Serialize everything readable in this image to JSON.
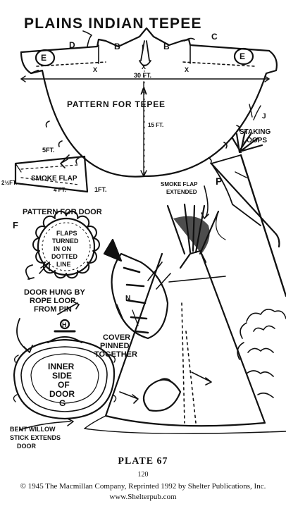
{
  "plate": {
    "title": "PLAINS INDIAN TEPEE",
    "pattern_labels": {
      "e_left": "E",
      "d": "D",
      "b_left": "B",
      "i": "I",
      "b_right": "B",
      "c": "C",
      "e_right": "E",
      "x_left": "X",
      "x_center": "X",
      "x_right": "X",
      "width": "30 FT.",
      "a": "A",
      "pattern": "PATTERN FOR TEPEE",
      "height": "15 FT.",
      "j": "J",
      "staking_1": "STAKING",
      "staking_2": "LOOPS"
    },
    "smoke_flap": {
      "top": "5FT.",
      "side": "2½FT.",
      "label": "SMOKE FLAP",
      "bottom": "4 FT.",
      "right": "1FT.",
      "extended_1": "SMOKE FLAP",
      "extended_2": "EXTENDED",
      "p": "P"
    },
    "door": {
      "heading": "PATTERN FOR DOOR",
      "f": "F",
      "flaps_1": "FLAPS",
      "flaps_2": "TURNED",
      "flaps_3": "IN ON",
      "flaps_4": "DOTTED",
      "flaps_5": "LINE",
      "hung_1": "DOOR HUNG BY",
      "hung_2": "ROPE LOOP",
      "hung_3": "FROM PIN",
      "h": "H",
      "inner_1": "INNER",
      "inner_2": "SIDE",
      "inner_3": "OF",
      "inner_4": "DOOR",
      "g": "G",
      "willow_1": "BENT WILLOW",
      "willow_2": "STICK EXTENDS",
      "willow_3": "DOOR"
    },
    "cover": {
      "cover_1": "COVER",
      "cover_2": "PINNED",
      "cover_3": "TOGETHER",
      "n": "N"
    }
  },
  "caption": {
    "plate_label": "PLATE 67",
    "page_number": "120",
    "copyright": "© 1945 The Macmillan Company, Reprinted 1992 by Shelter Publications, Inc.",
    "website": "www.Shelterpub.com"
  }
}
